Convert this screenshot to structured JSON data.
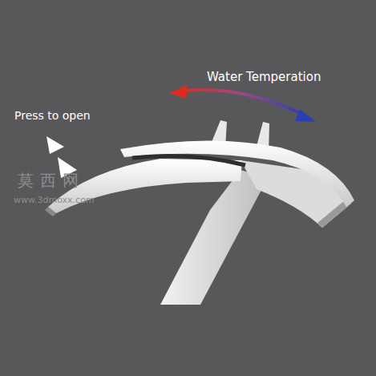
{
  "diagram": {
    "labels": [
      "Water Temperation",
      "Press to open",
      "莫西网",
      "www.3dmoxx.com"
    ]
  }
}
